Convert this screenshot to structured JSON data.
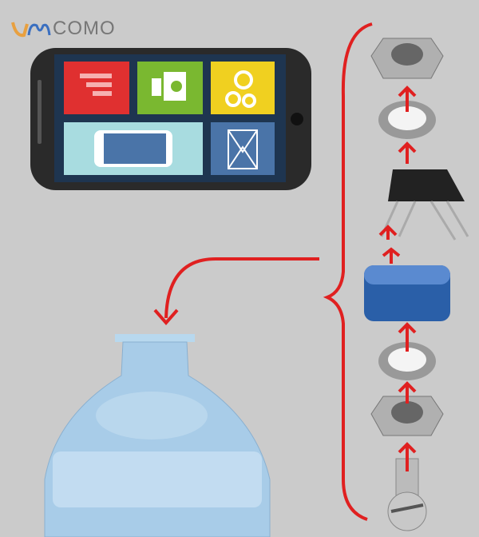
{
  "logo": {
    "text": "unCOMO",
    "visible_text": "COMO",
    "accent_colors": [
      "#e8a040",
      "#3a6fc0"
    ]
  },
  "colors": {
    "background": "#cbcbcb",
    "arrow": "#e02020",
    "phone_body": "#2a2a2a",
    "tile_red": "#e03030",
    "tile_green": "#7ab830",
    "tile_yellow": "#f0d020",
    "tile_cyan": "#a8dce0",
    "tile_blue": "#4a74a8",
    "cap_blue": "#2a5fa8"
  },
  "icons": [
    "menu-tile",
    "camera-tile",
    "settings-tile",
    "phone-tile",
    "mail-tile",
    "hex-nut",
    "washer",
    "binder-clip",
    "bottle-cap",
    "screw",
    "water-bottle"
  ]
}
